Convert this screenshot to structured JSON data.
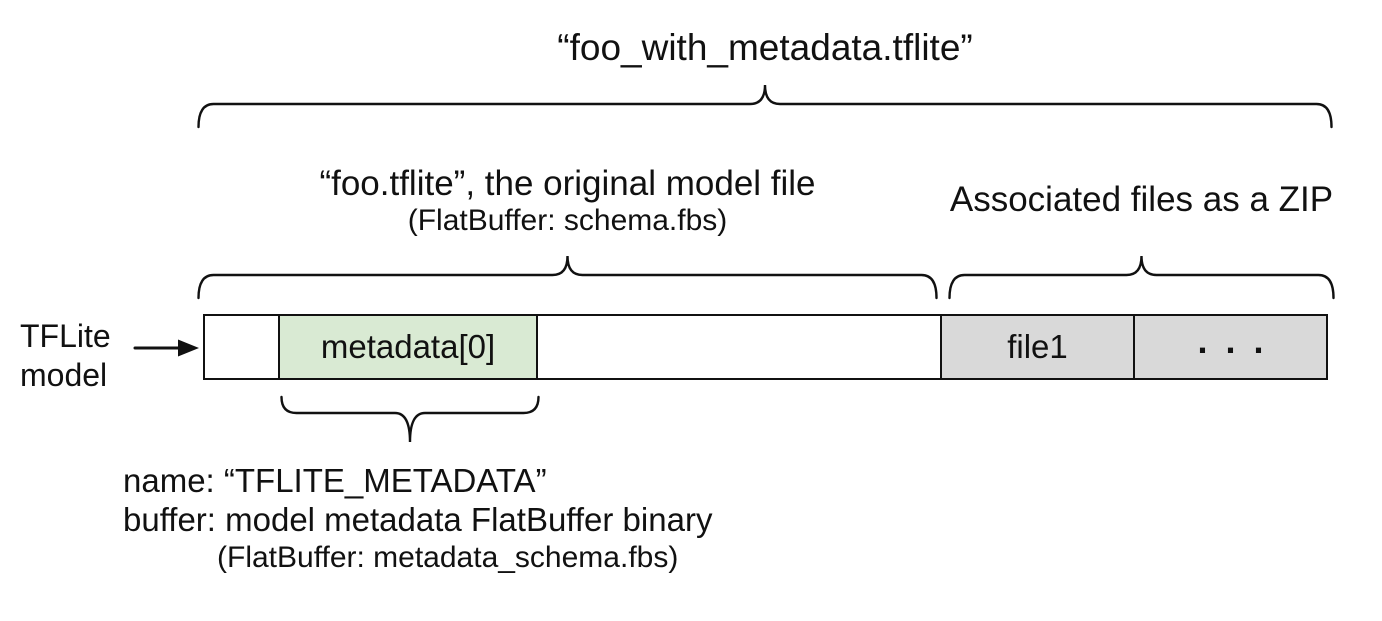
{
  "diagram": {
    "file_title": "“foo_with_metadata.tflite”",
    "model_section": {
      "title": "“foo.tflite”, the original model file",
      "subtitle": "(FlatBuffer: schema.fbs)"
    },
    "zip_section": {
      "title": "Associated files as a ZIP"
    },
    "side_label": {
      "line1": "TFLite",
      "line2": "model"
    },
    "bar": {
      "segments": [
        {
          "name": "leading-bytes",
          "label": "",
          "fill": "#ffffff"
        },
        {
          "name": "metadata-field",
          "label": "metadata[0]",
          "fill": "#d9ead3"
        },
        {
          "name": "model-body",
          "label": "",
          "fill": "#ffffff"
        },
        {
          "name": "associated-file-1",
          "label": "file1",
          "fill": "#d9d9d9"
        },
        {
          "name": "associated-file-more",
          "label": "...",
          "fill": "#d9d9d9"
        }
      ]
    },
    "metadata_annotation": {
      "line1": "name: “TFLITE_METADATA”",
      "line2": "buffer: model metadata FlatBuffer binary",
      "line3": "(FlatBuffer: metadata_schema.fbs)"
    },
    "colors": {
      "metadata_fill": "#d9ead3",
      "file_fill": "#d9d9d9",
      "stroke": "#111111"
    }
  }
}
